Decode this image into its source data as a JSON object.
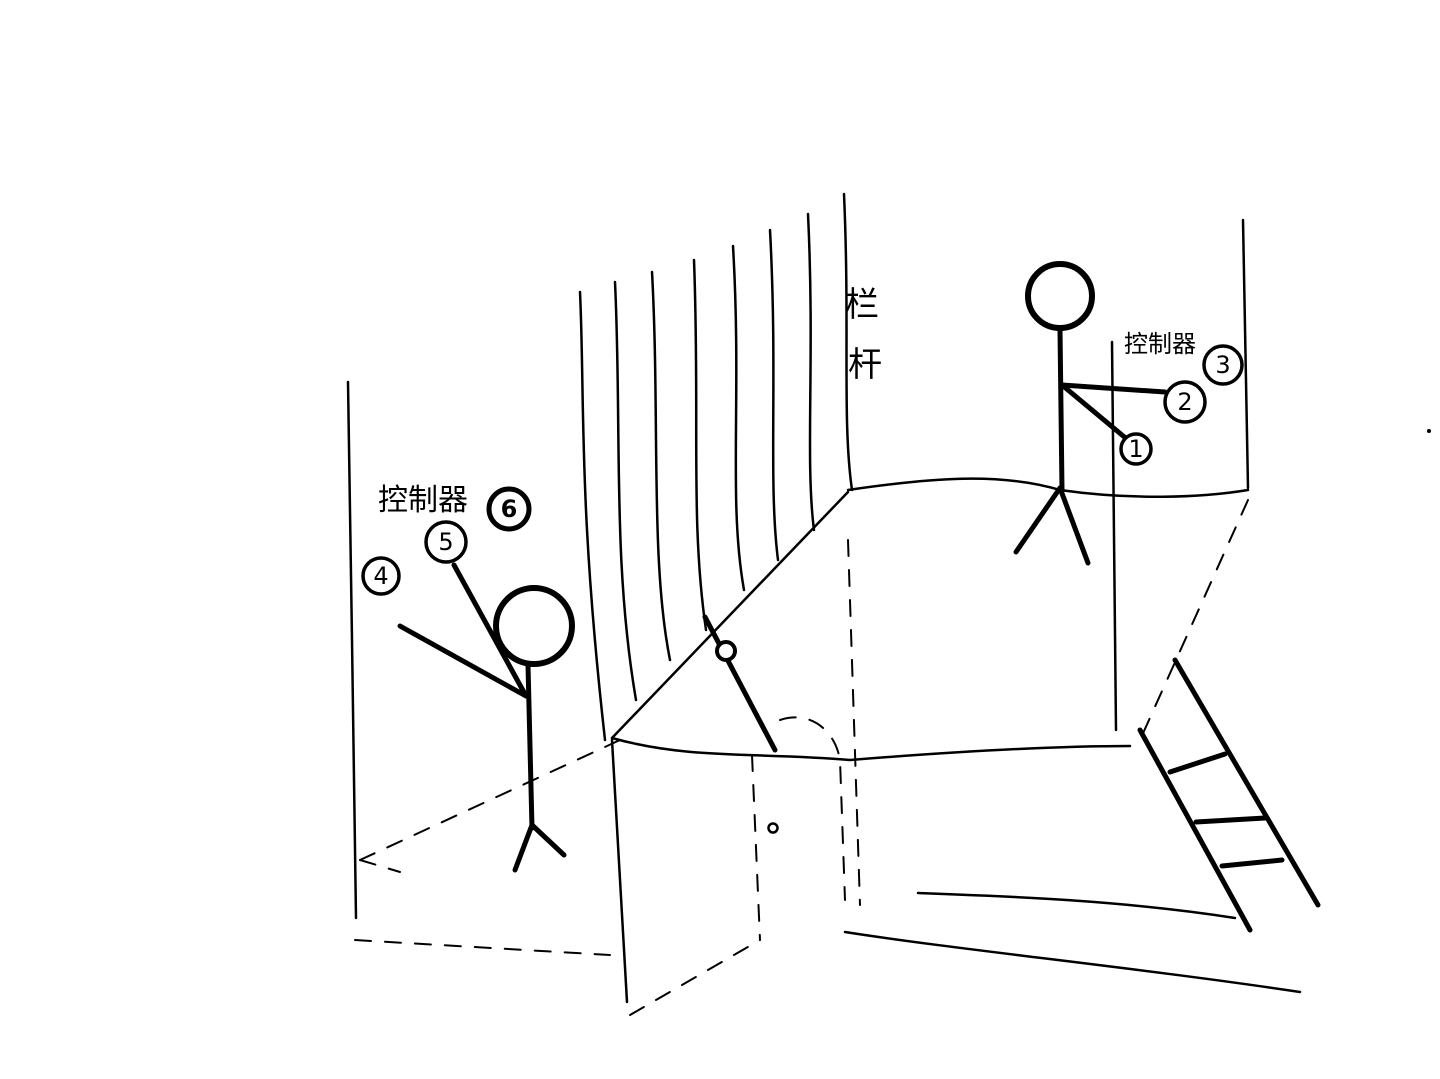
{
  "labels": {
    "railing_line1": "栏",
    "railing_line2": "杆",
    "controller_right": "控制器",
    "controller_left": "控制器"
  },
  "controllers": {
    "right": [
      "1",
      "2",
      "3"
    ],
    "left": [
      "4",
      "5",
      "6"
    ]
  },
  "colors": {
    "ink": "#000000",
    "paper": "#ffffff"
  }
}
